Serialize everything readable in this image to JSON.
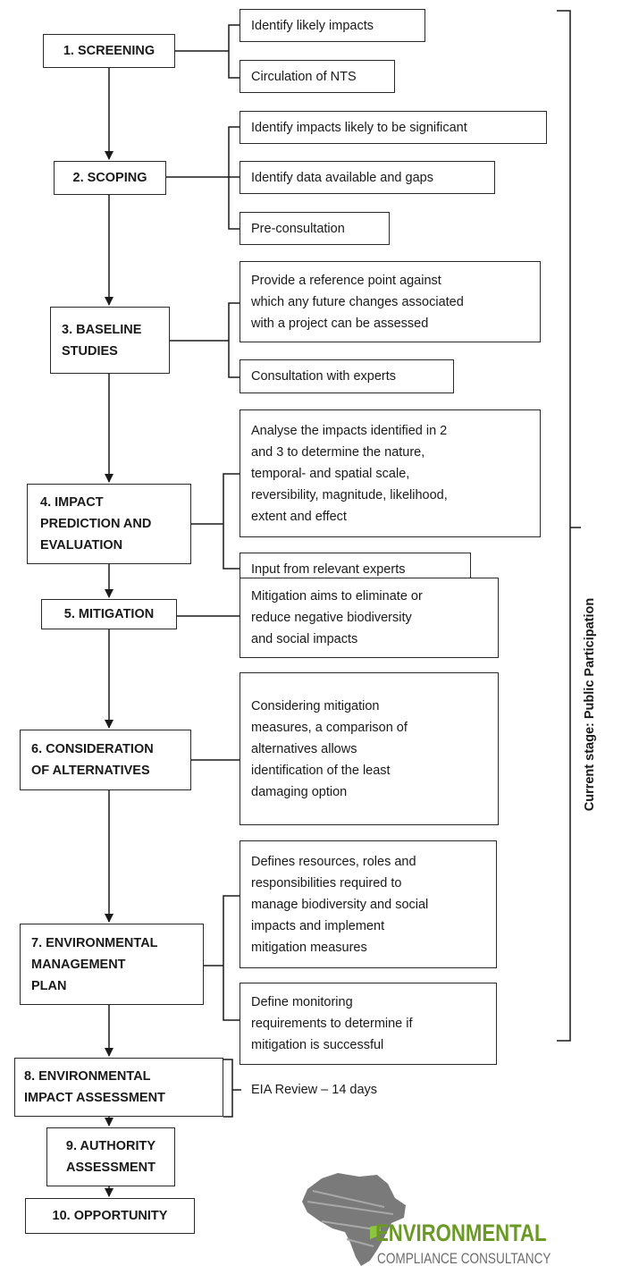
{
  "stages": [
    {
      "id": "screening",
      "label": "1. SCREENING"
    },
    {
      "id": "scoping",
      "label": "2. SCOPING"
    },
    {
      "id": "baseline",
      "label": "3. BASELINE\nSTUDIES"
    },
    {
      "id": "impact",
      "label": "4. IMPACT\nPREDICTION AND\nEVALUATION"
    },
    {
      "id": "mitigation",
      "label": "5. MITIGATION"
    },
    {
      "id": "alternatives",
      "label": "6. CONSIDERATION\nOF ALTERNATIVES"
    },
    {
      "id": "emp",
      "label": "7. ENVIRONMENTAL\nMANAGEMENT\nPLAN"
    },
    {
      "id": "eia",
      "label": "8. ENVIRONMENTAL\nIMPACT ASSESSMENT"
    },
    {
      "id": "authority",
      "label": "9. AUTHORITY\nASSESSMENT"
    },
    {
      "id": "opportunity",
      "label": "10. OPPORTUNITY"
    }
  ],
  "notes": {
    "screening_1": "Identify likely impacts",
    "screening_2": "Circulation of NTS",
    "scoping_1": "Identify impacts likely to be significant",
    "scoping_2": "Identify data available and gaps",
    "scoping_3": "Pre-consultation",
    "baseline_1": "Provide a reference point against\nwhich any future changes associated\nwith a project can be assessed",
    "baseline_2": "Consultation with experts",
    "impact_1": "Analyse the impacts identified in 2\nand 3 to determine the nature,\ntemporal- and spatial scale,\nreversibility, magnitude, likelihood,\nextent and effect",
    "impact_2": "Input from relevant experts",
    "mitigation_1": "Mitigation aims to eliminate or\nreduce negative  biodiversity\nand social impacts",
    "alternatives_1": "Considering mitigation\nmeasures, a comparison of\nalternatives allows\nidentification of the least\ndamaging option",
    "emp_1": "Defines resources, roles and\nresponsibilities required to\nmanage biodiversity and social\nimpacts and implement\nmitigation measures",
    "emp_2": "Define monitoring\nrequirements to determine if\nmitigation is successful",
    "eia_review": "EIA Review – 14 days"
  },
  "current_stage_label": "Current stage: Public Participation",
  "logo": {
    "title": "ENVIRONMENTAL",
    "subtitle": "COMPLIANCE CONSULTANCY",
    "title_color": "#6a9a24",
    "subtitle_color": "#6d6d6d",
    "map_color": "#7a7a7a",
    "accent_color": "#8cc63f"
  }
}
